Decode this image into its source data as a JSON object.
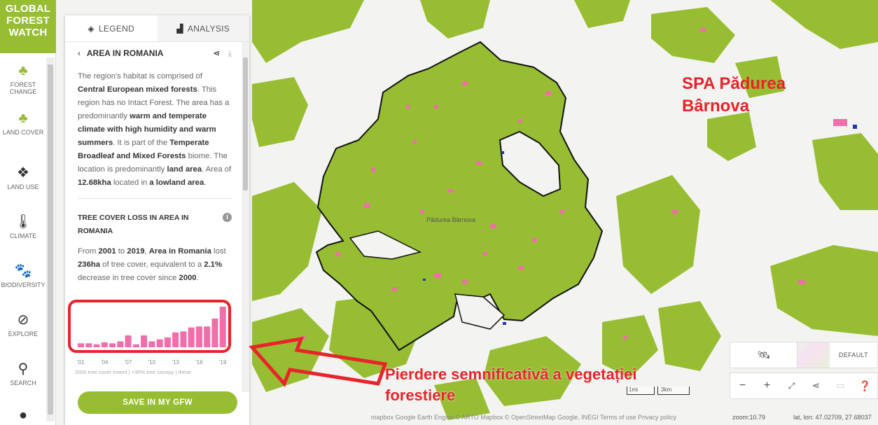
{
  "nav": {
    "logo": [
      "GLOBAL",
      "FOREST",
      "WATCH"
    ],
    "items": [
      {
        "label": "FOREST CHANGE",
        "icon": "forest-change-icon"
      },
      {
        "label": "LAND COVER",
        "icon": "land-cover-icon"
      },
      {
        "label": "LAND USE",
        "icon": "land-use-icon"
      },
      {
        "label": "CLIMATE",
        "icon": "thermometer-icon"
      },
      {
        "label": "BIODIVERSITY",
        "icon": "paw-icon"
      },
      {
        "label": "EXPLORE",
        "icon": "compass-icon"
      },
      {
        "label": "SEARCH",
        "icon": "search-icon"
      }
    ]
  },
  "panel": {
    "tabs": {
      "legend": "LEGEND",
      "analysis": "ANALYSIS"
    },
    "area_title": "AREA IN ROMANIA",
    "summary": {
      "p1": "The region's habitat is comprised of ",
      "b1": "Central European mixed forests",
      "p2": ". This region has no Intact Forest. The area has a predominantly ",
      "b2": "warm and temperate climate with high humidity and warm summers",
      "p3": ". It is part of the ",
      "b3": "Temperate Broadleaf and Mixed Forests",
      "p4": " biome. The location is predominantly ",
      "b4": "land area",
      "p5": ". Area of ",
      "b5": "12.68kha",
      "p6": " located in ",
      "b6": "a lowland area",
      "p7": "."
    },
    "loss_title": "TREE COVER LOSS IN AREA IN ROMANIA",
    "loss": {
      "p1": "From ",
      "b1": "2001",
      "p2": " to ",
      "b2": "2019",
      "p3": ", ",
      "b3": "Area in Romania",
      "p4": " lost ",
      "b4": "236ha",
      "p5": " of tree cover, equivalent to a ",
      "b5": "2.1%",
      "p6": " decrease in tree cover since ",
      "b6": "2000",
      "p7": "."
    },
    "chart_footnote": "2000 tree cover extent | >30% tree canopy | these",
    "save_button": "SAVE IN MY GFW"
  },
  "chart_data": {
    "type": "bar",
    "categories": [
      "'01",
      "'02",
      "'03",
      "'04",
      "'05",
      "'06",
      "'07",
      "'08",
      "'09",
      "'10",
      "'11",
      "'12",
      "'13",
      "'14",
      "'15",
      "'16",
      "'17",
      "'18",
      "'19"
    ],
    "tick_labels": [
      "'01",
      "'04",
      "'07",
      "'10",
      "'13",
      "'16",
      "'19"
    ],
    "values": [
      4,
      4,
      3,
      5,
      4,
      6,
      12,
      3,
      12,
      6,
      8,
      10,
      15,
      16,
      20,
      21,
      21,
      29,
      41
    ],
    "color": "#f06ea9",
    "title": "",
    "xlabel": "",
    "ylabel": ""
  },
  "map": {
    "forest_label": "Pădurea Bârnova",
    "spa_label": "SPA Pădurea Bârnova",
    "annotation": "Pierdere semnificativă a vegetației forestiere",
    "basemap_label": "DEFAULT",
    "scale": {
      "left": "1mi",
      "right": "3km"
    },
    "attribution": "mapbox  Google Earth Engine  © ARTO Mapbox  © OpenStreetMap  Google, INEGI  Terms of use  Privacy policy",
    "zoom": "zoom:10.79",
    "coords": "lat, lon: 47.02709, 27.68037",
    "colors": {
      "forest": "#97be32",
      "loss": "#f06ea9",
      "highlight": "#e8242a"
    }
  }
}
